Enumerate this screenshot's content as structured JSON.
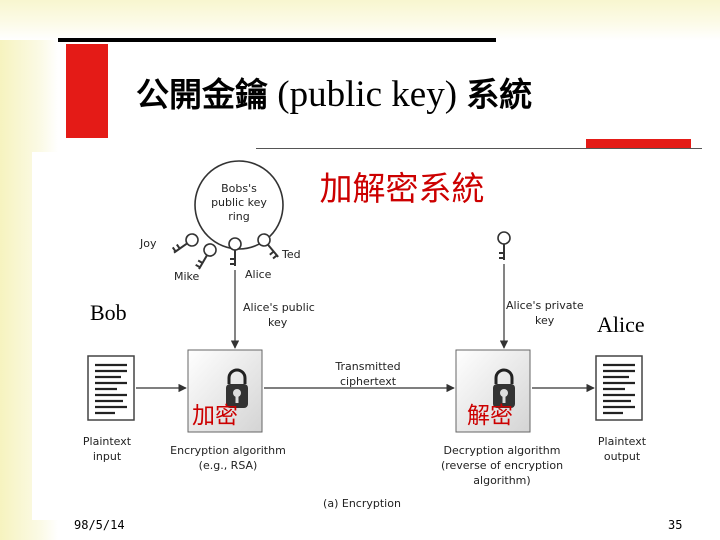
{
  "slide": {
    "title_cjk_1": "公開金鑰",
    "title_latin": "(public key)",
    "title_cjk_2": "系統",
    "date": "98/5/14",
    "page_number": "35"
  },
  "diagram": {
    "heading": "加解密系統",
    "ring_label": [
      "Bobs's",
      "public key",
      "ring"
    ],
    "key_owners": [
      "Joy",
      "Mike",
      "Alice",
      "Ted"
    ],
    "sender": "Bob",
    "receiver": "Alice",
    "public_key_label": [
      "Alice's public",
      "key"
    ],
    "private_key_label": [
      "Alice's private",
      "key"
    ],
    "transmitted_label": [
      "Transmitted",
      "ciphertext"
    ],
    "encrypt_cjk": "加密",
    "decrypt_cjk": "解密",
    "plaintext_input": [
      "Plaintext",
      "input"
    ],
    "plaintext_output": [
      "Plaintext",
      "output"
    ],
    "encryption_algorithm": [
      "Encryption algorithm",
      "(e.g., RSA)"
    ],
    "decryption_algorithm": [
      "Decryption algorithm",
      "(reverse of encryption",
      "algorithm)"
    ],
    "caption": "(a) Encryption"
  },
  "colors": {
    "accent_red": "#e41b17",
    "cjk_red": "#cc0000"
  }
}
